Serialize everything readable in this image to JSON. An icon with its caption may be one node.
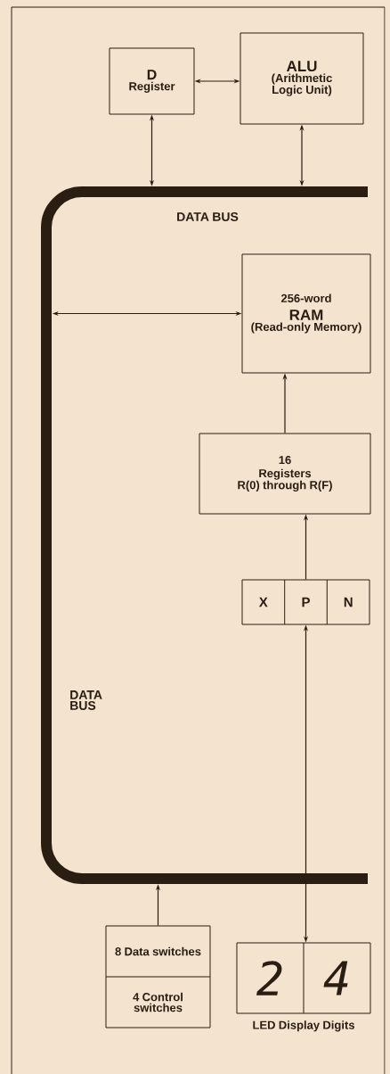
{
  "diagram": {
    "nodes": [
      {
        "text": [
          "D",
          "Register"
        ]
      },
      {
        "text": [
          "ALU",
          "(Arithmetic Logic Unit)"
        ]
      },
      {
        "text": [
          "DATA BUS",
          "DATA BUS"
        ]
      },
      {
        "text": [
          "256-word",
          "RAM",
          "(Read-only Memory)"
        ],
        "in": 2
      },
      {
        "text": [
          "16",
          "Registers",
          "R(0) through R(F)"
        ],
        "in": 2
      },
      {
        "text": [
          "X",
          "P",
          "N"
        ],
        "in": 2
      },
      {
        "text": [
          "8 Data switches",
          "4 Control switches"
        ]
      },
      {
        "text": [
          "2",
          "4"
        ],
        "beside": [
          "LED Display Digits"
        ]
      }
    ],
    "edges": [
      {
        "from": 0,
        "to": 1,
        "arrow": "both"
      },
      {
        "from": 0,
        "to": 2,
        "arrow": "both"
      },
      {
        "from": 1,
        "to": 2,
        "arrow": "both"
      },
      {
        "from": 2,
        "to": 3,
        "arrow": "both"
      },
      {
        "from": 4,
        "to": 3,
        "arrow": "to"
      },
      {
        "from": 5,
        "to": 4,
        "arrow": "to"
      },
      {
        "from": 5,
        "to": 7,
        "arrow": "both"
      },
      {
        "from": 6,
        "to": 2,
        "arrow": "to"
      }
    ]
  }
}
